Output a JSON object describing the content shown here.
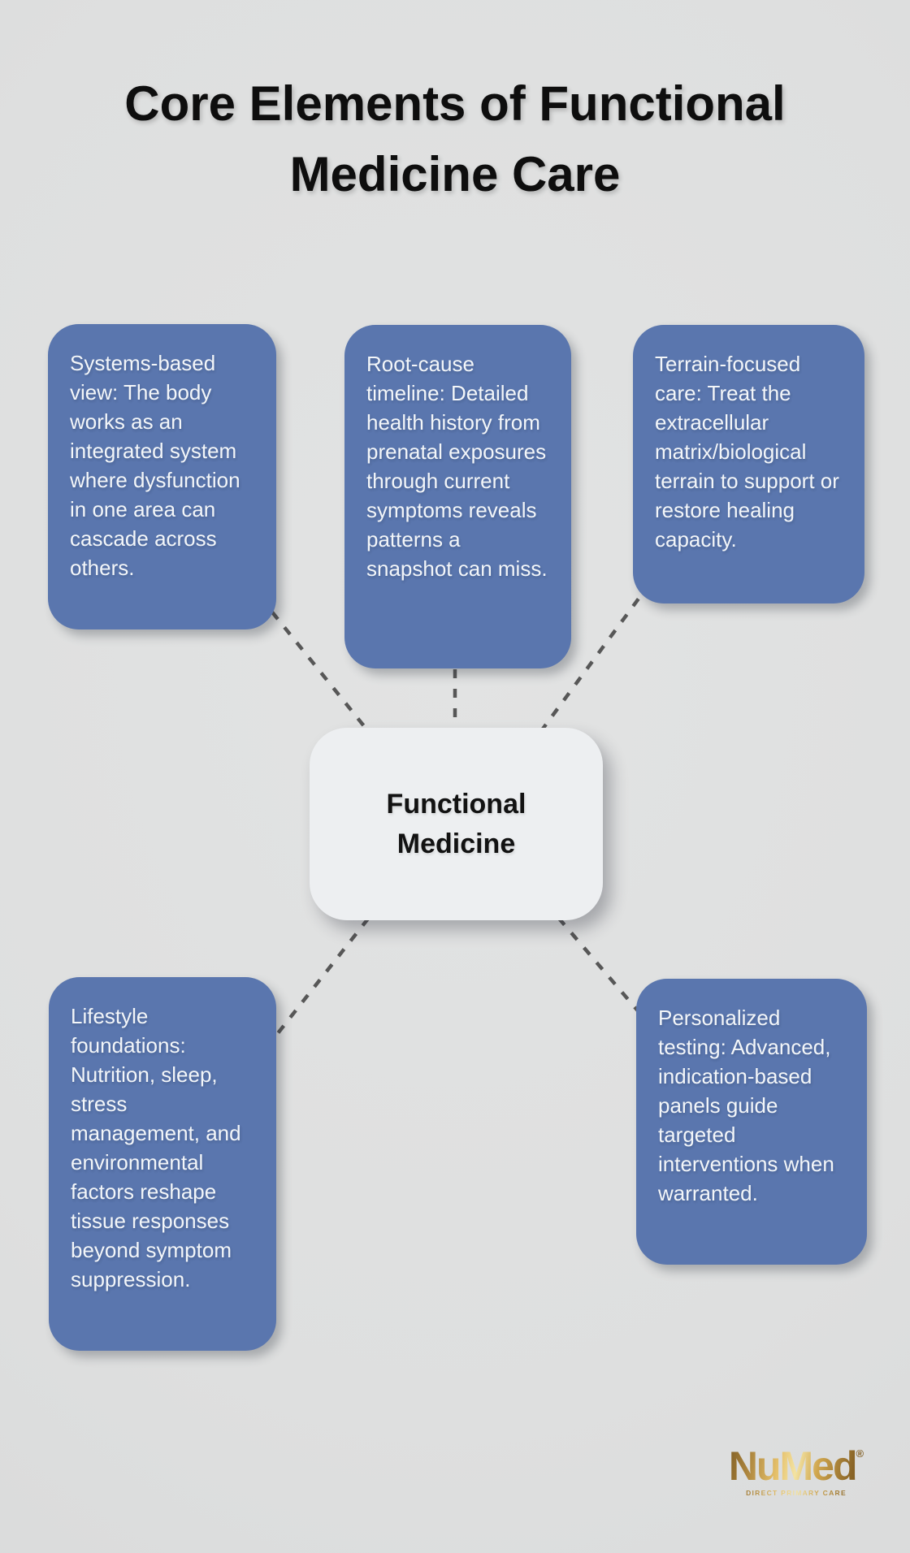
{
  "title": {
    "line1": "Core Elements of Functional",
    "line2": "Medicine Care"
  },
  "center": {
    "line1": "Functional",
    "line2": "Medicine"
  },
  "nodes": [
    {
      "id": "systems-based-view",
      "text": "Systems-based view: The body works as an integrated system where dysfunction in one area can cascade across others."
    },
    {
      "id": "root-cause-timeline",
      "text": "Root-cause timeline: Detailed health history from prenatal exposures through current symptoms reveals patterns a snapshot can miss."
    },
    {
      "id": "terrain-focused-care",
      "text": "Terrain-focused care: Treat the extracellular matrix/biological terrain to support or restore healing capacity."
    },
    {
      "id": "lifestyle-foundations",
      "text": "Lifestyle foundations: Nutrition, sleep, stress management, and environmental factors reshape tissue responses beyond symptom suppression."
    },
    {
      "id": "personalized-testing",
      "text": "Personalized testing: Advanced, indication-based panels guide targeted interventions when warranted."
    }
  ],
  "logo": {
    "wordmark": "NuMed",
    "registered_mark": "®",
    "tagline": "DIRECT PRIMARY CARE"
  },
  "colors": {
    "background": "#dfe0e0",
    "node_fill": "#5a76ae",
    "node_text": "#f3f6f9",
    "center_fill": "#edeff1",
    "center_text": "#121212",
    "connector": "#575757",
    "title_text": "#0e0e0e",
    "logo_gold": "#a9853d"
  }
}
